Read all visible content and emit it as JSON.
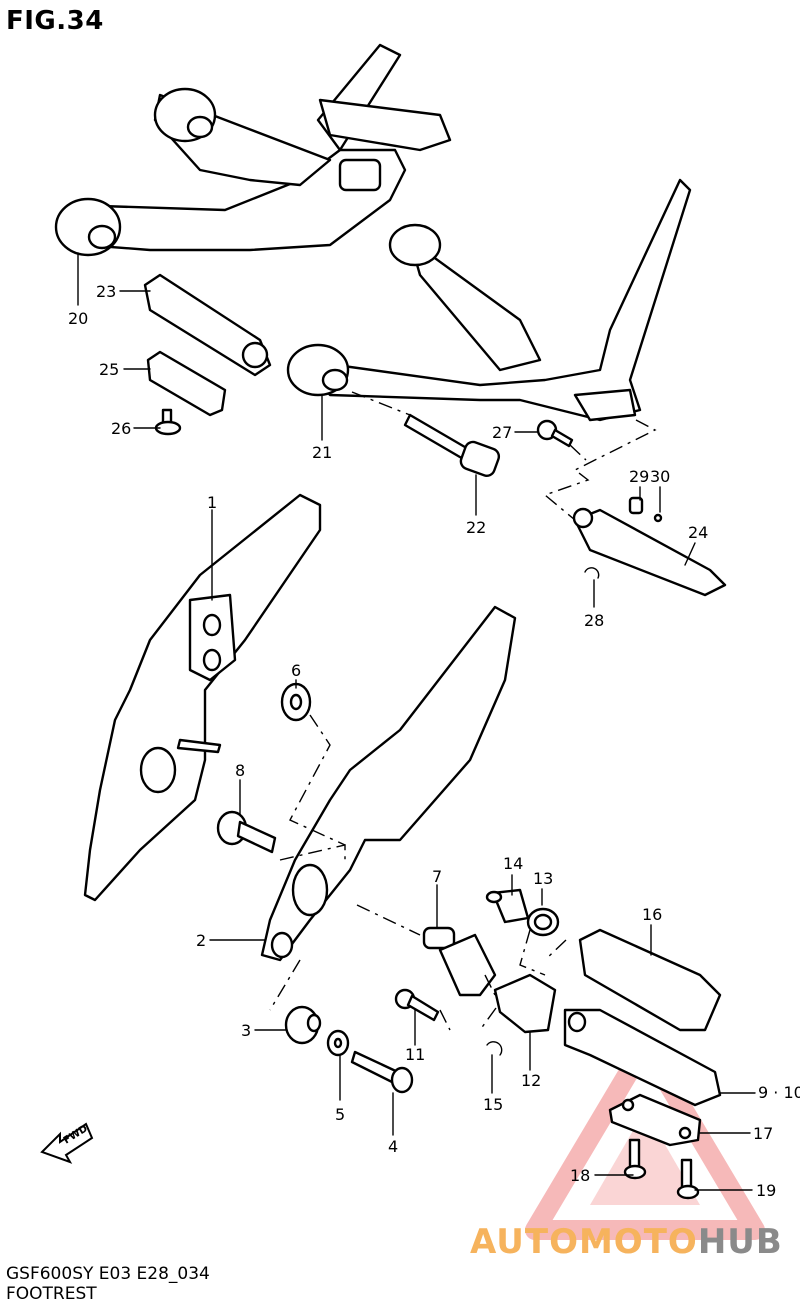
{
  "figure": {
    "title": "FIG.34"
  },
  "footer": {
    "model_line": "GSF600SY E03 E28_034",
    "section_name": "FOOTREST"
  },
  "watermark": {
    "text_part_a": "AUTOMOTO",
    "text_part_b": "HUB",
    "color_a": "#f6b35d",
    "color_b": "#8a8a8a",
    "triangle_color": "#f08080"
  },
  "fwd_badge": {
    "label": "FWD"
  },
  "callouts": [
    {
      "id": "1",
      "label": "1"
    },
    {
      "id": "2",
      "label": "2"
    },
    {
      "id": "3",
      "label": "3"
    },
    {
      "id": "4",
      "label": "4"
    },
    {
      "id": "5",
      "label": "5"
    },
    {
      "id": "6",
      "label": "6"
    },
    {
      "id": "7",
      "label": "7"
    },
    {
      "id": "8",
      "label": "8"
    },
    {
      "id": "9-10",
      "label": "9 · 10"
    },
    {
      "id": "11",
      "label": "11"
    },
    {
      "id": "12",
      "label": "12"
    },
    {
      "id": "13",
      "label": "13"
    },
    {
      "id": "14",
      "label": "14"
    },
    {
      "id": "15",
      "label": "15"
    },
    {
      "id": "16",
      "label": "16"
    },
    {
      "id": "17",
      "label": "17"
    },
    {
      "id": "18",
      "label": "18"
    },
    {
      "id": "19",
      "label": "19"
    },
    {
      "id": "20",
      "label": "20"
    },
    {
      "id": "21",
      "label": "21"
    },
    {
      "id": "22",
      "label": "22"
    },
    {
      "id": "23",
      "label": "23"
    },
    {
      "id": "24",
      "label": "24"
    },
    {
      "id": "25",
      "label": "25"
    },
    {
      "id": "26",
      "label": "26"
    },
    {
      "id": "27",
      "label": "27"
    },
    {
      "id": "28",
      "label": "28"
    },
    {
      "id": "29",
      "label": "29"
    },
    {
      "id": "30",
      "label": "30"
    }
  ]
}
